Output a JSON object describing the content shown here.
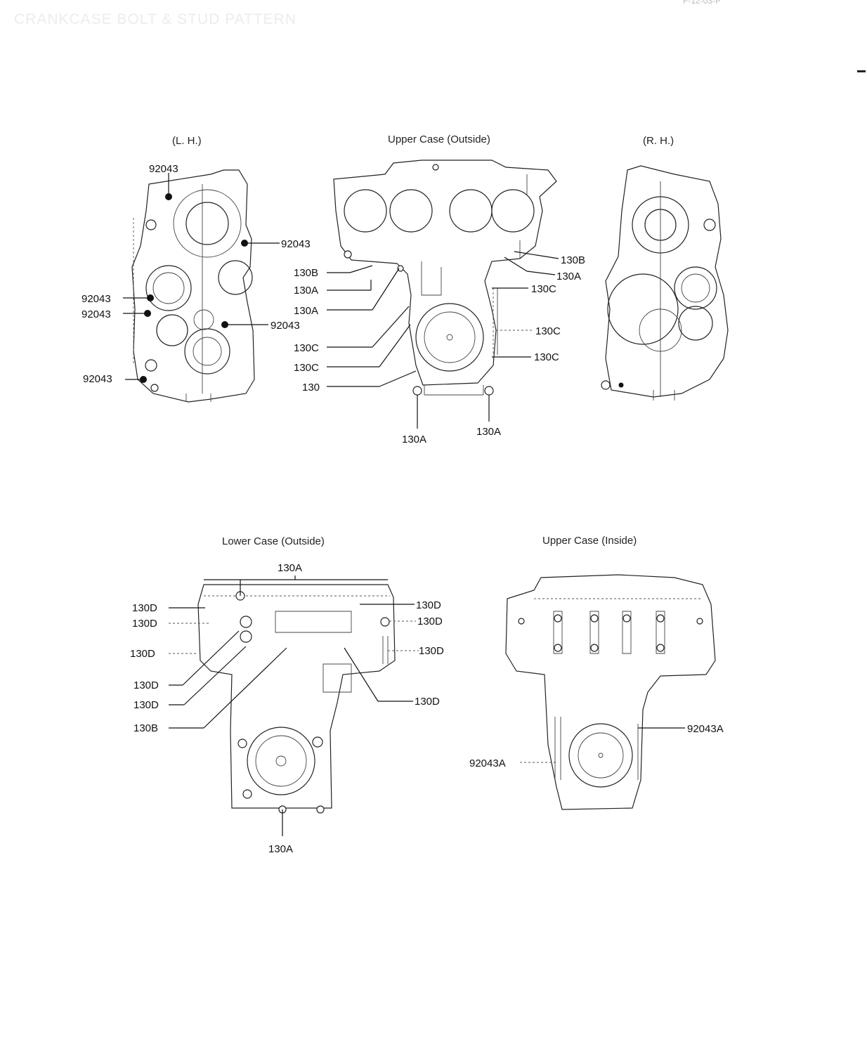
{
  "page": {
    "title": "CRANKCASE BOLT & STUD PATTERN",
    "code": "F-12-03-P"
  },
  "views": {
    "lh": {
      "title": "(L. H.)",
      "callouts": [
        "92043",
        "92043",
        "92043",
        "92043",
        "92043",
        "92043"
      ]
    },
    "upper_outside": {
      "title": "Upper Case (Outside)",
      "callouts": [
        "130B",
        "130A",
        "130A",
        "130C",
        "130C",
        "130",
        "130B",
        "130A",
        "130C",
        "130C",
        "130C",
        "130A",
        "130A"
      ]
    },
    "rh": {
      "title": "(R. H.)"
    },
    "lower_outside": {
      "title": "Lower Case (Outside)",
      "callouts": [
        "130A",
        "130D",
        "130D",
        "130D",
        "130D",
        "130D",
        "130B",
        "130D",
        "130D",
        "130D",
        "130D",
        "130A"
      ]
    },
    "upper_inside": {
      "title": "Upper Case (Inside)",
      "callouts": [
        "92043A",
        "92043A"
      ]
    }
  }
}
